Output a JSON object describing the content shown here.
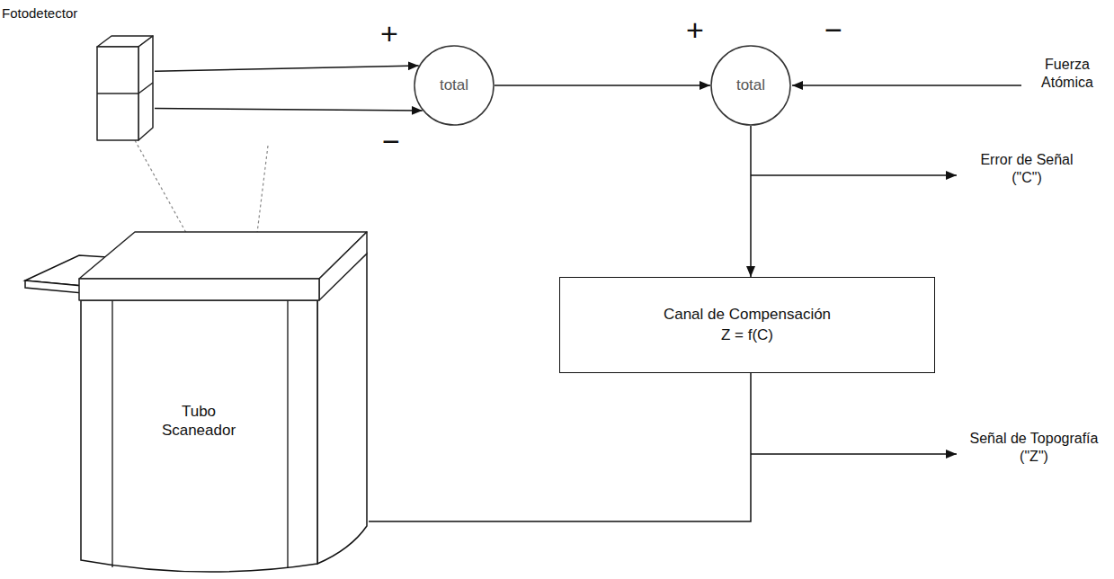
{
  "diagram": {
    "nodes": [
      {
        "text": [
          "Fotodetector"
        ]
      },
      {
        "text": [
          "total"
        ]
      },
      {
        "text": [
          "total"
        ]
      },
      {
        "text": [
          "Canal de Compensación",
          "Z = f(C)"
        ]
      },
      {
        "text": [
          "Tubo Scaneador"
        ]
      }
    ],
    "edges": [
      {
        "from": 0,
        "to": 1,
        "arrow": "to"
      },
      {
        "from": 0,
        "to": 1,
        "arrow": "to"
      },
      {
        "from": 1,
        "to": 2,
        "arrow": "to"
      },
      {
        "from": 2,
        "to": 3,
        "arrow": "to"
      },
      {
        "from": 3,
        "to": 4,
        "arrow": "none"
      }
    ],
    "labels": [
      "+",
      "−",
      "+",
      "−",
      "Fuerza Atómica",
      "Error de Señal (\"C\")",
      "Señal de Topografía (\"Z\")"
    ]
  }
}
